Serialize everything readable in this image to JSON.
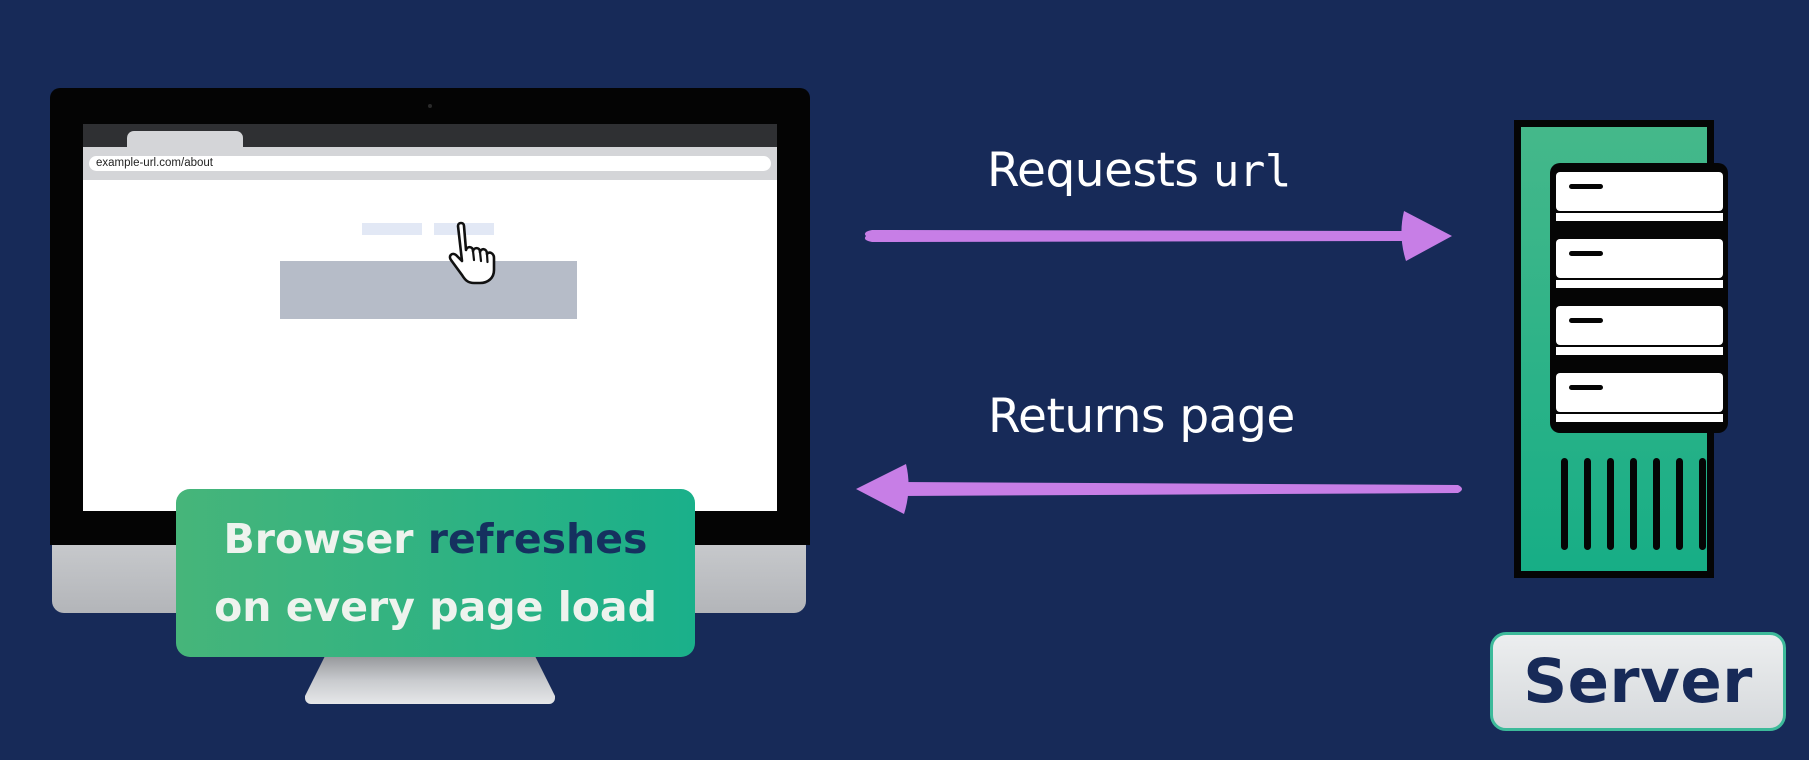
{
  "browser": {
    "url": "example-url.com/about"
  },
  "caption": {
    "line1_part1": "Browser ",
    "line1_highlight": "refreshes",
    "line2": "on every page load"
  },
  "arrows": {
    "request_label_text": "Requests ",
    "request_label_code": "url",
    "return_label": "Returns page",
    "arrow_color": "#c77ee6"
  },
  "server": {
    "label": "Server",
    "accent_color": "#17ae86"
  },
  "colors": {
    "background": "#172a58",
    "caption_text": "#eef3ee",
    "highlight_text": "#15315f"
  }
}
